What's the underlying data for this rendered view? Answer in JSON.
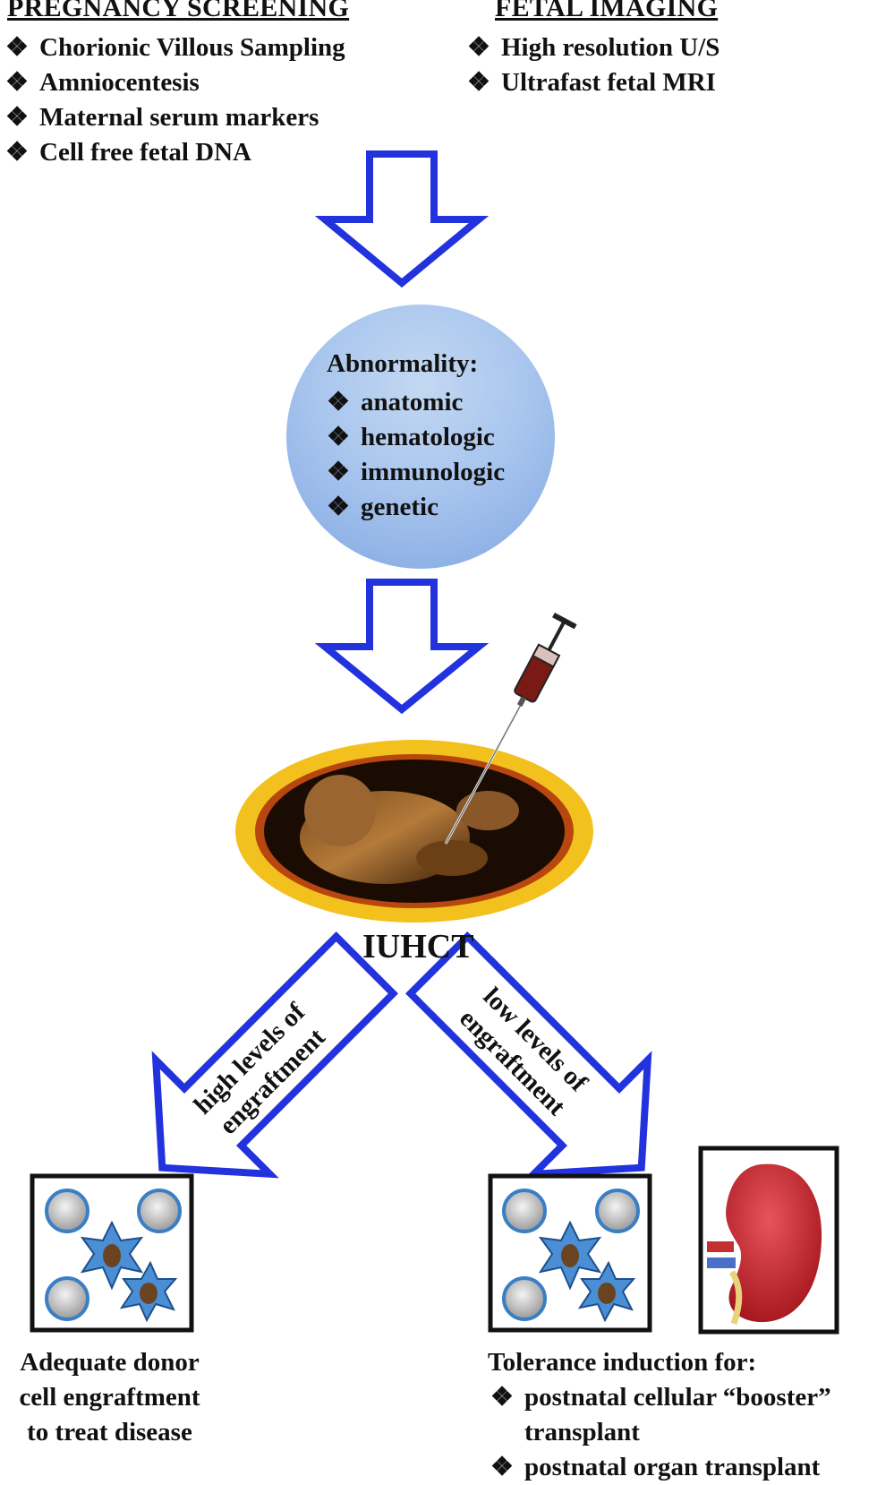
{
  "screening": {
    "heading": "PREGNANCY SCREENING",
    "items": [
      "Chorionic Villous Sampling",
      "Amniocentesis",
      "Maternal serum markers",
      "Cell free fetal DNA"
    ]
  },
  "imaging": {
    "heading": "FETAL IMAGING",
    "items": [
      "High resolution U/S",
      "Ultrafast fetal MRI"
    ]
  },
  "bullet_glyph": "❖",
  "abnormality": {
    "title": "Abnormality:",
    "items": [
      "anatomic",
      "hematologic",
      "immunologic",
      "genetic"
    ]
  },
  "procedure_label": "IUHCT",
  "branches": {
    "high": [
      "high levels of",
      "engraftment"
    ],
    "low": [
      "low levels of",
      "engraftment"
    ]
  },
  "outcome_left": [
    "Adequate donor",
    "cell engraftment",
    "to treat disease"
  ],
  "outcome_right": {
    "title": "Tolerance induction for:",
    "item1_line1": "postnatal cellular “booster”",
    "item1_line2": "transplant",
    "item2": "postnatal organ transplant"
  },
  "colors": {
    "arrow_stroke": "#2233dd",
    "circle_fill": "#a9c6ee",
    "ring_outer": "#f3c11e",
    "ring_inner": "#b8460f",
    "kidney": "#c8202a"
  }
}
